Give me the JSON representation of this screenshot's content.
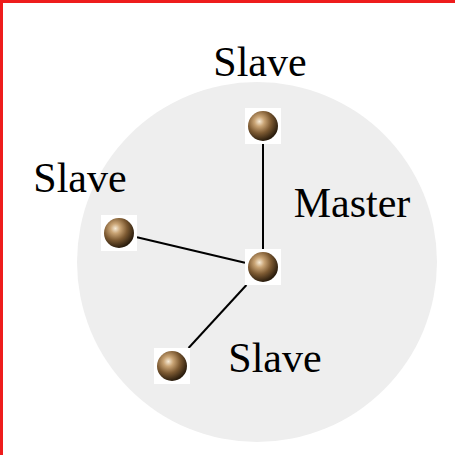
{
  "diagram": {
    "nodes": [
      {
        "text": [
          "Slave"
        ]
      },
      {
        "text": [
          "Slave"
        ]
      },
      {
        "text": [
          "Master"
        ]
      },
      {
        "text": [
          "Slave"
        ]
      }
    ],
    "edges": [
      {
        "from": 2,
        "to": 0,
        "arrow": "none"
      },
      {
        "from": 2,
        "to": 1,
        "arrow": "none"
      },
      {
        "from": 2,
        "to": 3,
        "arrow": "none"
      }
    ]
  }
}
